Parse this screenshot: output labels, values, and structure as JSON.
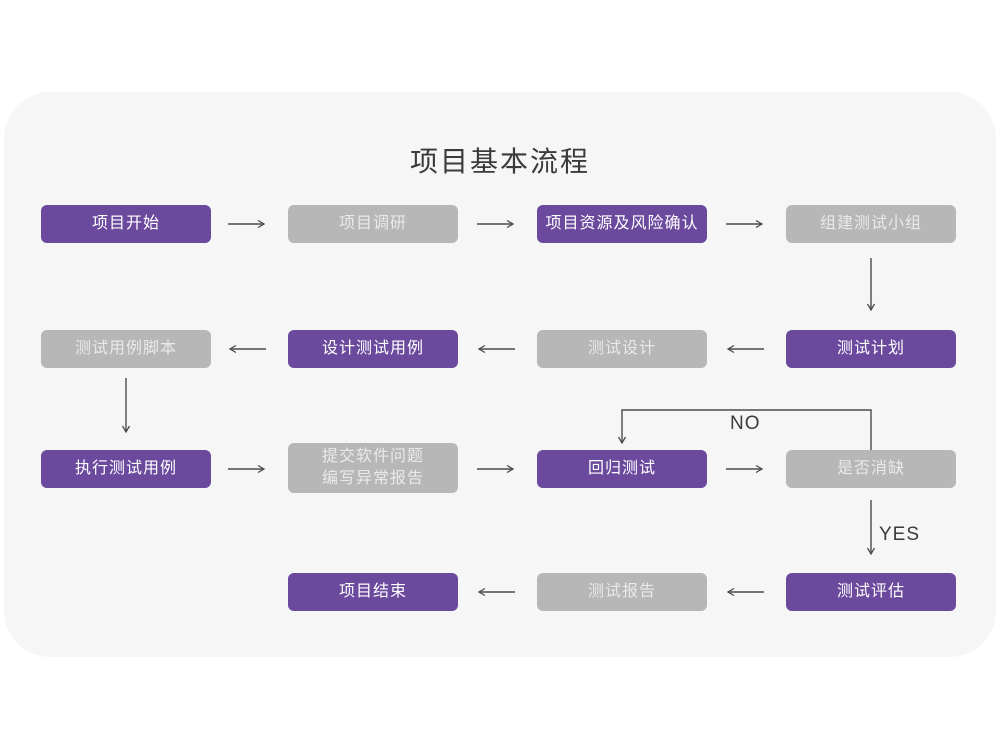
{
  "title": "项目基本流程",
  "colors": {
    "background": "#ffffff",
    "panel": "#f6f6f6",
    "purple": "#6b4a9e",
    "gray": "#b7b7b7",
    "arrow": "#4c4c4c",
    "text": "#3b3b3b",
    "node-text-on-purple": "#ffffff",
    "node-text-on-gray": "#e9e9e9"
  },
  "nodes": [
    {
      "label": "项目开始",
      "variant": "purple"
    },
    {
      "label": "项目调研",
      "variant": "gray"
    },
    {
      "label": "项目资源及风险确认",
      "variant": "purple"
    },
    {
      "label": "组建测试小组",
      "variant": "gray"
    },
    {
      "label": "测试计划",
      "variant": "purple"
    },
    {
      "label": "测试设计",
      "variant": "gray"
    },
    {
      "label": "设计测试用例",
      "variant": "purple"
    },
    {
      "label": "测试用例脚本",
      "variant": "gray"
    },
    {
      "label": "执行测试用例",
      "variant": "purple"
    },
    {
      "label": "提交软件问题\n编写异常报告",
      "variant": "gray"
    },
    {
      "label": "回归测试",
      "variant": "purple"
    },
    {
      "label": "是否消缺",
      "variant": "gray"
    },
    {
      "label": "测试评估",
      "variant": "purple"
    },
    {
      "label": "测试报告",
      "variant": "gray"
    },
    {
      "label": "项目结束",
      "variant": "purple"
    }
  ],
  "branch_labels": {
    "no": "NO",
    "yes": "YES"
  }
}
